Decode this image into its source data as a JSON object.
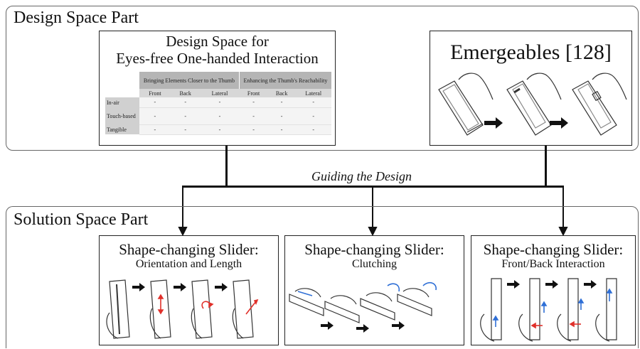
{
  "design_space_part": {
    "title": "Design Space Part",
    "design_space_card": {
      "title_line1": "Design Space for",
      "title_line2": "Eyes-free One-handed Interaction",
      "table": {
        "group_headers": [
          "Bringing Elements Closer to the Thumb",
          "Enhancing the Thumb's Reachability"
        ],
        "columns": [
          "Front",
          "Back",
          "Lateral",
          "Front",
          "Back",
          "Lateral"
        ],
        "rows": [
          {
            "label": "In-air",
            "cells": [
              "-",
              "-",
              "-",
              "-",
              "-",
              "-"
            ]
          },
          {
            "label": "Touch-based",
            "cells": [
              "-",
              "-",
              "-",
              "-",
              "-",
              "-"
            ]
          },
          {
            "label": "Tangible",
            "cells": [
              "-",
              "-",
              "-",
              "-",
              "-",
              "-"
            ]
          }
        ]
      }
    },
    "emergeables_card": {
      "title": "Emergeables [128]"
    }
  },
  "guide_label": "Guiding the Design",
  "solution_space_part": {
    "title": "Solution Space Part",
    "cards": [
      {
        "title": "Shape-changing Slider:",
        "subtitle": "Orientation and Length"
      },
      {
        "title": "Shape-changing Slider:",
        "subtitle": "Clutching"
      },
      {
        "title": "Shape-changing Slider:",
        "subtitle": "Front/Back Interaction"
      }
    ]
  },
  "colors": {
    "frame": "#666666",
    "ink": "#111111",
    "accent_red": "#e0302a",
    "accent_blue": "#2f6fd6"
  }
}
